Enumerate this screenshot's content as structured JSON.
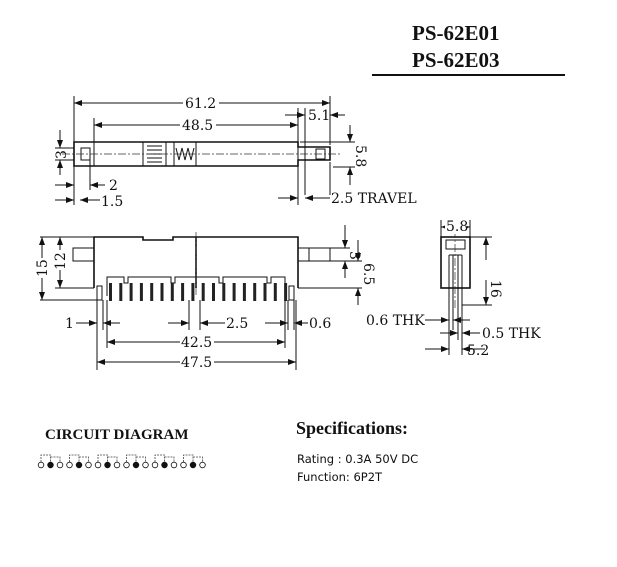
{
  "title": {
    "line1": "PS-62E01",
    "line2": "PS-62E03"
  },
  "top_view": {
    "overall": "61.2",
    "body": "48.5",
    "tab": "5.1",
    "width": "5.8",
    "hole": "3",
    "hole_offset": "2",
    "edge": "1.5",
    "travel": "2.5 TRAVEL"
  },
  "side_view": {
    "height_total": "15",
    "height_body": "12",
    "stub": "3",
    "stub_offset": "6.5",
    "pin_edge": "1",
    "pitch": "2.5",
    "pin_thk": "0.6",
    "pin_span": "42.5",
    "overall": "47.5"
  },
  "end_view": {
    "width": "5.8",
    "height": "16",
    "thk1": "0.6 THK",
    "thk2": "0.5 THK",
    "pin_span": "5.2"
  },
  "circuit": {
    "heading": "CIRCUIT DIAGRAM",
    "poles": 6
  },
  "specs": {
    "heading": "Specifications:",
    "rating": "Rating : 0.3A 50V DC",
    "function": "Function: 6P2T"
  }
}
